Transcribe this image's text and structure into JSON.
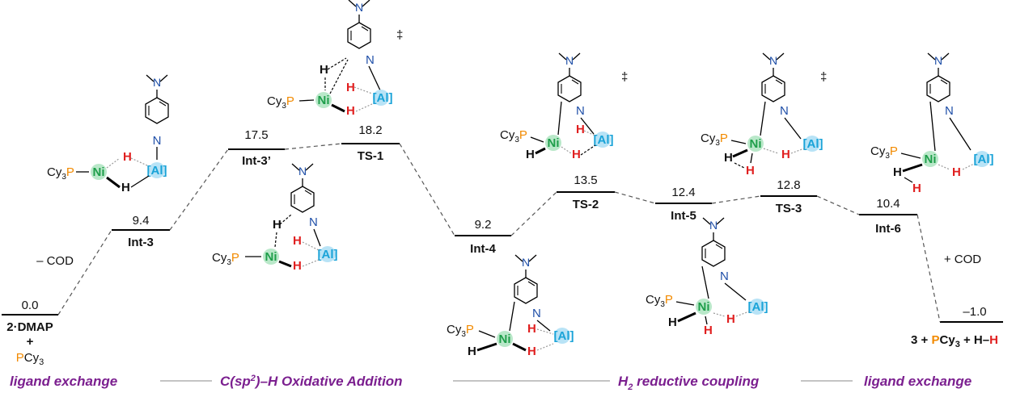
{
  "colors": {
    "phase_text": "#7b1f8f",
    "nickel": "#1e9e4a",
    "aluminum": "#1aa3d8",
    "hydrogen": "#e02020",
    "phosphorus": "#f28a00",
    "nitrogen": "#1f4fa8"
  },
  "atoms": {
    "ni": "Ni",
    "al": "[Al]",
    "h": "H",
    "n": "N",
    "p": "P",
    "cy3": "Cy",
    "sub3": "3",
    "dagger": "‡"
  },
  "chart_data": {
    "type": "energy_profile",
    "states": [
      {
        "id": "2-DMAP",
        "value": "0.0",
        "label": "2·DMAP"
      },
      {
        "id": "Int-3",
        "value": "9.4",
        "label": "Int-3"
      },
      {
        "id": "Int-3p",
        "value": "17.5",
        "label": "Int-3’"
      },
      {
        "id": "TS-1",
        "value": "18.2",
        "label": "TS-1"
      },
      {
        "id": "Int-4",
        "value": "9.2",
        "label": "Int-4"
      },
      {
        "id": "TS-2",
        "value": "13.5",
        "label": "TS-2"
      },
      {
        "id": "Int-5",
        "value": "12.4",
        "label": "Int-5"
      },
      {
        "id": "TS-3",
        "value": "12.8",
        "label": "TS-3"
      },
      {
        "id": "Int-6",
        "value": "10.4",
        "label": "Int-6"
      },
      {
        "id": "final",
        "value": "–1.0",
        "label": ""
      }
    ],
    "annotations": {
      "minus_cod": "– COD",
      "plus_cod": "+ COD",
      "start_plus": "+",
      "start_pcy3_p": "P",
      "start_pcy3_rest": "Cy",
      "start_pcy3_sub": "3",
      "final_3": "3 + ",
      "final_p": "P",
      "final_cy": "Cy",
      "final_sub": "3",
      "final_plus": " + H–",
      "final_h": "H"
    },
    "phases": [
      "ligand exchange",
      "C(sp2)–H Oxidative Addition",
      "H2 reductive coupling",
      "ligand exchange"
    ]
  }
}
